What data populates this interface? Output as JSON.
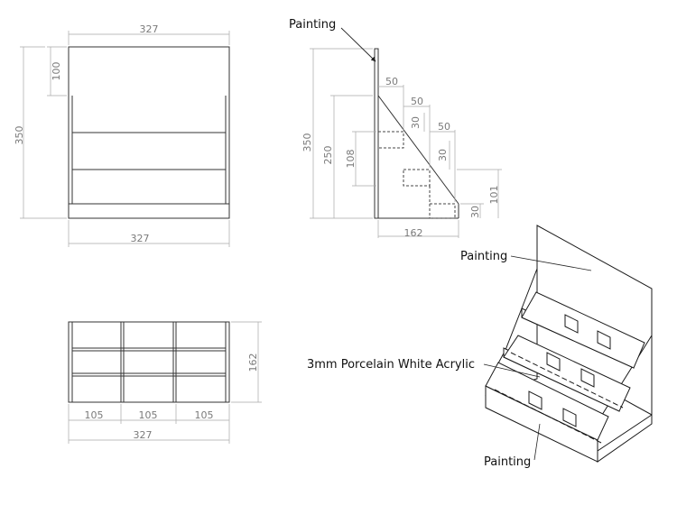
{
  "front_view": {
    "width_top": "327",
    "width_bottom": "327",
    "height_total": "350",
    "back_panel_height": "100"
  },
  "side_view": {
    "height_total": "350",
    "height_second": "250",
    "height_108": "108",
    "step_widths": [
      "50",
      "50",
      "50"
    ],
    "step_heights": [
      "30",
      "30"
    ],
    "height_101": "101",
    "height_30": "30",
    "depth": "162"
  },
  "top_view": {
    "depth": "162",
    "column_widths": [
      "105",
      "105",
      "105"
    ],
    "total_width": "327"
  },
  "callouts": {
    "painting_top": "Painting",
    "painting_iso": "Painting",
    "acrylic": "3mm Porcelain White Acrylic",
    "painting_bottom": "Painting"
  },
  "colors": {
    "drawing_line": "#333333",
    "dimension_line": "#a8a8a8",
    "dimension_text": "#7a7a7a"
  }
}
